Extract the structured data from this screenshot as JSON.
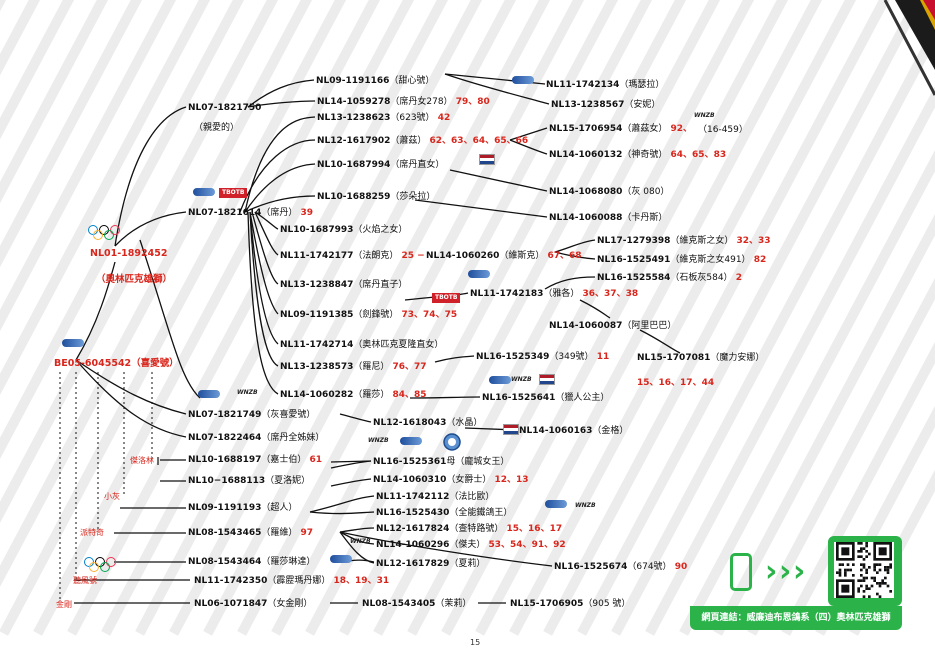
{
  "page": {
    "number": "15",
    "link_label": "網頁連結：威廉迪布恩鴿系（四）奧林匹克雄獅"
  },
  "badges": {
    "tbotb": "TBOTB"
  },
  "colors": {
    "accent_red": "#d9261c",
    "link_green": "#2bb34a",
    "line": "#111111"
  },
  "nodes": [
    {
      "id": "n1",
      "ring": "NL09-1191166",
      "name": "（甜心號）",
      "nums": ""
    },
    {
      "id": "n2",
      "ring": "NL11-1742134",
      "name": "（瑪瑟拉）",
      "nums": ""
    },
    {
      "id": "n3",
      "ring": "NL07-1821750",
      "name": "",
      "nums": ""
    },
    {
      "id": "n3b",
      "ring": "",
      "name": "（親愛的）",
      "nums": ""
    },
    {
      "id": "n4",
      "ring": "NL14-1059278",
      "name": "（席丹女278）",
      "nums": "79、80"
    },
    {
      "id": "n5",
      "ring": "NL13-1238567",
      "name": "（安妮）",
      "nums": ""
    },
    {
      "id": "n6",
      "ring": "NL13-1238623",
      "name": "（623號）",
      "nums": "42"
    },
    {
      "id": "n7",
      "ring": "NL15-1706954",
      "name": "（蕭茲女）",
      "nums": "92、"
    },
    {
      "id": "n7b",
      "ring": "",
      "name": "（16-459）",
      "nums": ""
    },
    {
      "id": "n8",
      "ring": "NL12-1617902",
      "name": "（蕭茲）",
      "nums": "62、63、64、65、66"
    },
    {
      "id": "n9",
      "ring": "NL14-1060132",
      "name": "（神奇號）",
      "nums": "64、65、83"
    },
    {
      "id": "n10",
      "ring": "NL10-1687994",
      "name": "（席丹直女）",
      "nums": ""
    },
    {
      "id": "n11",
      "ring": "NL14-1068080",
      "name": "（灰 080）",
      "nums": ""
    },
    {
      "id": "n12",
      "ring": "NL10-1688259",
      "name": "（莎朵拉）",
      "nums": ""
    },
    {
      "id": "n13",
      "ring": "NL14-1060088",
      "name": "（卡丹斯）",
      "nums": ""
    },
    {
      "id": "n14",
      "ring": "NL07-1821614",
      "name": "（席丹）",
      "nums": "39"
    },
    {
      "id": "n15",
      "ring": "NL10-1687993",
      "name": "（火焰之女）",
      "nums": ""
    },
    {
      "id": "n16",
      "ring": "NL17-1279398",
      "name": "（維克斯之女）",
      "nums": "32、33"
    },
    {
      "id": "n17",
      "ring": "NL11-1742177",
      "name": "（法朗克）",
      "nums": "25 −"
    },
    {
      "id": "n17b",
      "ring": "NL14-1060260",
      "name": "（維斯克）",
      "nums": "67、68"
    },
    {
      "id": "n18",
      "ring": "NL16-1525491",
      "name": "（維克斯之女491）",
      "nums": "82"
    },
    {
      "id": "n19",
      "ring": "NL01-1892452",
      "name": "",
      "nums": "",
      "red": true
    },
    {
      "id": "n19b",
      "ring": "",
      "name": "（奧林匹克雄獅）",
      "nums": "",
      "red": true
    },
    {
      "id": "n20",
      "ring": "NL16-1525584",
      "name": "（石板灰584）",
      "nums": "2"
    },
    {
      "id": "n21",
      "ring": "NL13-1238847",
      "name": "（席丹直子）",
      "nums": ""
    },
    {
      "id": "n22",
      "ring": "NL11-1742183",
      "name": "（雅各）",
      "nums": "36、37、38"
    },
    {
      "id": "n23",
      "ring": "NL09-1191385",
      "name": "（劍鋒號）",
      "nums": "73、74、75"
    },
    {
      "id": "n24",
      "ring": "NL14-1060087",
      "name": "（阿里巴巴）",
      "nums": ""
    },
    {
      "id": "n25",
      "ring": "NL11-1742714",
      "name": "（奧林匹克夏隆直女）",
      "nums": ""
    },
    {
      "id": "n26",
      "ring": "BE05-6045542",
      "name": "（喜愛號）",
      "nums": "",
      "red": true
    },
    {
      "id": "n27",
      "ring": "NL13-1238573",
      "name": "（羅尼）",
      "nums": "76、77"
    },
    {
      "id": "n28",
      "ring": "NL16-1525349",
      "name": "（349號）",
      "nums": "11"
    },
    {
      "id": "n29",
      "ring": "NL15-1707081",
      "name": "（魔力安娜）",
      "nums": ""
    },
    {
      "id": "n29b",
      "ring": "",
      "name": "",
      "nums": "15、16、17、44"
    },
    {
      "id": "n30",
      "ring": "NL14-1060282",
      "name": "（羅莎）",
      "nums": "84、85"
    },
    {
      "id": "n31",
      "ring": "NL16-1525641",
      "name": "（獵人公主）",
      "nums": ""
    },
    {
      "id": "n32",
      "ring": "NL07-1821749",
      "name": "（灰喜愛號）",
      "nums": ""
    },
    {
      "id": "n33",
      "ring": "NL12-1618043",
      "name": "（水晶）",
      "nums": ""
    },
    {
      "id": "n34",
      "ring": "NL14-1060163",
      "name": "（金格）",
      "nums": ""
    },
    {
      "id": "n35",
      "ring": "NL07-1822464",
      "name": "（席丹全姊妹）",
      "nums": ""
    },
    {
      "id": "n36",
      "ring": "NL10-1688197",
      "name": "（嘉士伯）",
      "nums": "61"
    },
    {
      "id": "n37",
      "ring": "NL16-1525361",
      "name": "母（龐城女王）",
      "nums": ""
    },
    {
      "id": "n38",
      "ring": "NL10−1688113",
      "name": "（夏洛妮）",
      "nums": ""
    },
    {
      "id": "n39",
      "ring": "NL14-1060310",
      "name": "（女爵士）",
      "nums": "12、13"
    },
    {
      "id": "n40",
      "ring": "NL11-1742112",
      "name": "（法比歐）",
      "nums": ""
    },
    {
      "id": "n41",
      "ring": "NL09-1191193",
      "name": "（超人）",
      "nums": ""
    },
    {
      "id": "n42",
      "ring": "NL16-1525430",
      "name": "（全能鐵鴿王）",
      "nums": ""
    },
    {
      "id": "n43",
      "ring": "NL08-1543465",
      "name": "（羅維）",
      "nums": "97"
    },
    {
      "id": "n44",
      "ring": "NL12-1617824",
      "name": "（查特路號）",
      "nums": "15、16、17"
    },
    {
      "id": "n45",
      "ring": "NL14-1060296",
      "name": "（傑夫）",
      "nums": "53、54、91、92"
    },
    {
      "id": "n46",
      "ring": "NL08-1543464",
      "name": "（羅莎琳達）",
      "nums": ""
    },
    {
      "id": "n47",
      "ring": "NL12-1617829",
      "name": "（夏莉）",
      "nums": ""
    },
    {
      "id": "n48",
      "ring": "NL16-1525674",
      "name": "（674號）",
      "nums": "90"
    },
    {
      "id": "n49",
      "ring": "NL11-1742350",
      "name": "（霹靂瑪丹娜）",
      "nums": "18、19、31"
    },
    {
      "id": "n50",
      "ring": "NL06-1071847",
      "name": "（女金剛）",
      "nums": ""
    },
    {
      "id": "n51",
      "ring": "NL08-1543405",
      "name": "（茉莉）",
      "nums": ""
    },
    {
      "id": "n52",
      "ring": "NL15-1706905",
      "name": "（905 號）",
      "nums": ""
    }
  ],
  "side_labels": [
    "傑洛林",
    "小灰",
    "派特奇",
    "聽風號",
    "金剛"
  ]
}
